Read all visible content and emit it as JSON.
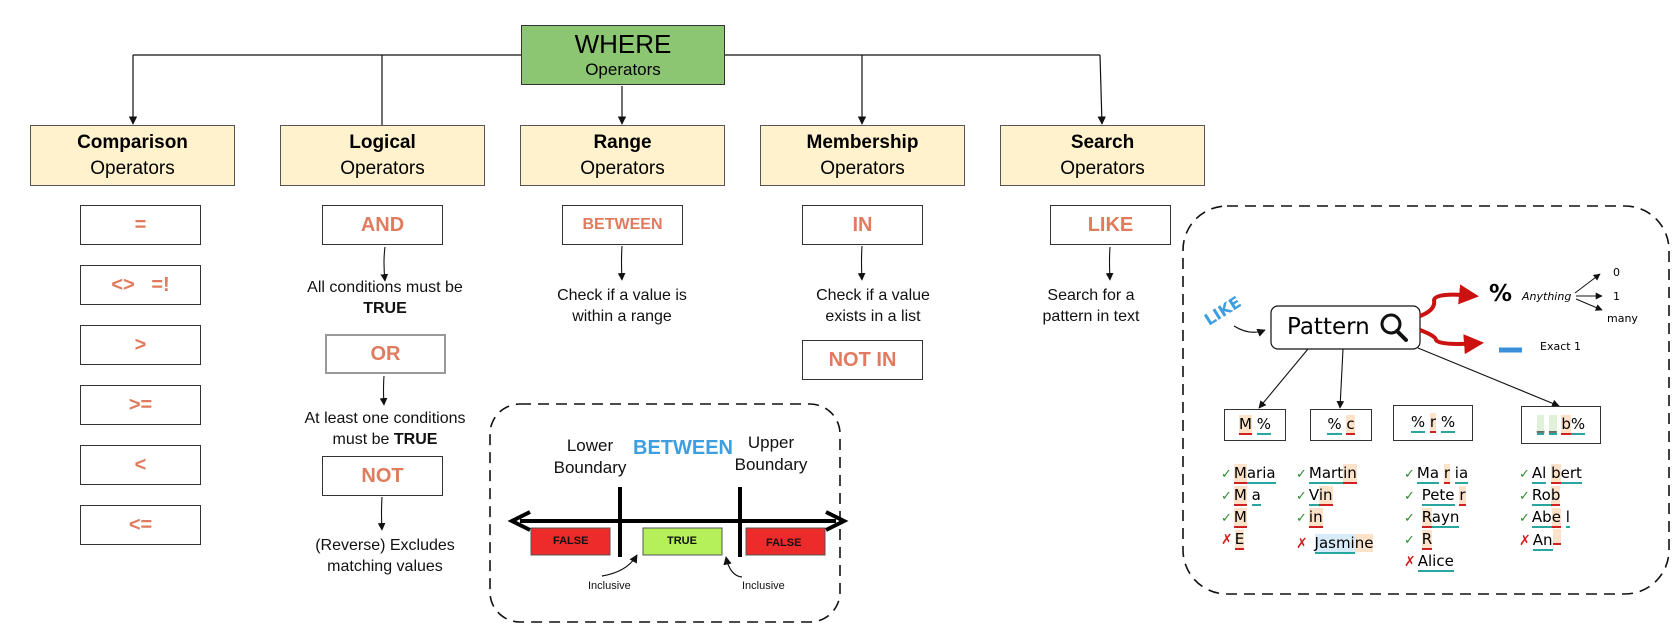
{
  "root": {
    "title": "WHERE",
    "subtitle": "Operators"
  },
  "categories": [
    {
      "name": "Comparison",
      "sub": "Operators"
    },
    {
      "name": "Logical",
      "sub": "Operators"
    },
    {
      "name": "Range",
      "sub": "Operators"
    },
    {
      "name": "Membership",
      "sub": "Operators"
    },
    {
      "name": "Search",
      "sub": "Operators"
    }
  ],
  "comparison": [
    "=",
    "<>   =!",
    ">",
    ">=",
    "<",
    "<="
  ],
  "logical": {
    "and": "AND",
    "and_desc_1": "All conditions must be",
    "and_desc_2": "TRUE",
    "or": "OR",
    "or_desc_1": "At least one conditions",
    "or_desc_2": "must be",
    "or_desc_3": "TRUE",
    "not": "NOT",
    "not_desc_1": "(Reverse) Excludes",
    "not_desc_2": "matching values"
  },
  "range": {
    "op": "BETWEEN",
    "desc_1": "Check if a value is",
    "desc_2": "within a range",
    "panel": {
      "title": "BETWEEN",
      "lower_1": "Lower",
      "lower_2": "Boundary",
      "upper_1": "Upper",
      "upper_2": "Boundary",
      "false_left": "FALSE",
      "true_mid": "TRUE",
      "false_right": "FALSE",
      "inclusive_left": "Inclusive",
      "inclusive_right": "Inclusive"
    }
  },
  "membership": {
    "in": "IN",
    "desc_1": "Check if a value",
    "desc_2": "exists in a list",
    "not_in": "NOT IN"
  },
  "search": {
    "op": "LIKE",
    "desc_1": "Search for a",
    "desc_2": "pattern in text",
    "panel": {
      "like_label": "LIKE",
      "pattern": "Pattern",
      "percent_symbol": "%",
      "anything": "Anything",
      "zero": "0",
      "one": "1",
      "many": "many",
      "underscore_symbol": "_",
      "exact": "Exact 1",
      "patterns": [
        {
          "chars": [
            "M",
            "%"
          ]
        },
        {
          "chars": [
            "%",
            "c"
          ]
        },
        {
          "chars": [
            "%",
            "r",
            "%"
          ]
        },
        {
          "chars": [
            "_",
            "_",
            "b",
            "%"
          ]
        }
      ],
      "matches": [
        [
          {
            "mark": "✓",
            "a": "M",
            "b": "aria"
          },
          {
            "mark": "✓",
            "a": "M",
            "b": "a"
          },
          {
            "mark": "✓",
            "a": "M",
            "b": ""
          },
          {
            "mark": "✗",
            "a": "E",
            "b": ""
          }
        ],
        [
          {
            "mark": "✓",
            "a": "Mart",
            "b": "in"
          },
          {
            "mark": "✓",
            "a": "V",
            "b": "in"
          },
          {
            "mark": "✓",
            "a": "",
            "b": "in"
          },
          {
            "mark": "✗",
            "a": "Jasmi",
            "b": "ne"
          }
        ],
        [
          {
            "mark": "✓",
            "a": "Ma",
            "b": "r",
            "c": "ia"
          },
          {
            "mark": "✓",
            "a": "Pete",
            "b": "r",
            "c": ""
          },
          {
            "mark": "✓",
            "a": "",
            "b": "R",
            "c": "ayn"
          },
          {
            "mark": "✓",
            "a": "",
            "b": "R",
            "c": ""
          },
          {
            "mark": "✗",
            "a": "Alice",
            "b": "",
            "c": ""
          }
        ],
        [
          {
            "mark": "✓",
            "a": "Al",
            "b": "b",
            "c": "ert"
          },
          {
            "mark": "✓",
            "a": "Ro",
            "b": "b",
            "c": ""
          },
          {
            "mark": "✓",
            "a": "Ab",
            "b": "e",
            "c": "l"
          },
          {
            "mark": "✗",
            "a": "An",
            "b": "",
            "c": ""
          }
        ]
      ]
    }
  },
  "colors": {
    "root": "#8dc672",
    "category": "#fff2cc",
    "operator_text": "#e07b5f",
    "between_title": "#3d9ee0",
    "false": "#ee2b2b",
    "true": "#b5f05a",
    "arrow_red": "#cc1111",
    "underscore_blue": "#3a8fd8"
  }
}
